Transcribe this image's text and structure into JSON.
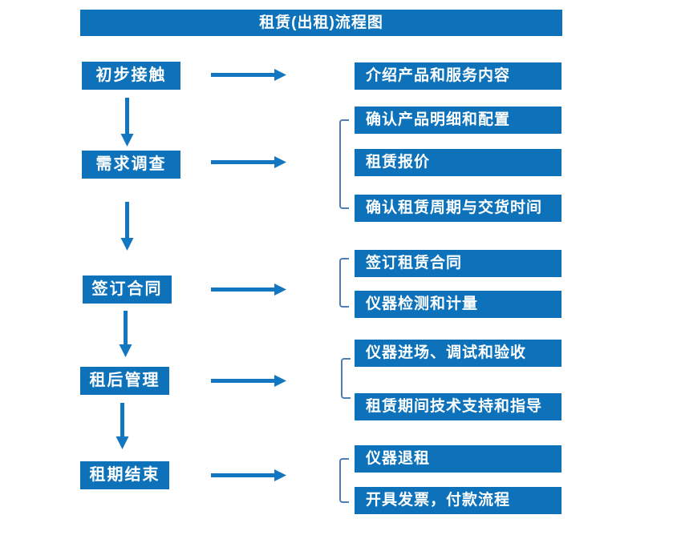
{
  "title": "租赁(出租)流程图",
  "colors": {
    "box_blue": "#0d72ba",
    "arrow_blue": "#1277c0",
    "bracket_blue": "#4e7db8",
    "text_white": "#ffffff"
  },
  "stages": [
    {
      "label": "初步接触",
      "details": [
        "介绍产品和服务内容"
      ]
    },
    {
      "label": "需求调查",
      "details": [
        "确认产品明细和配置",
        "租赁报价",
        "确认租赁周期与交货时间"
      ]
    },
    {
      "label": "签订合同",
      "details": [
        "签订租赁合同",
        "仪器检测和计量"
      ]
    },
    {
      "label": "租后管理",
      "details": [
        "仪器进场、调试和验收",
        "租赁期间技术支持和指导"
      ]
    },
    {
      "label": "租期结束",
      "details": [
        "仪器退租",
        "开具发票，付款流程"
      ]
    }
  ]
}
